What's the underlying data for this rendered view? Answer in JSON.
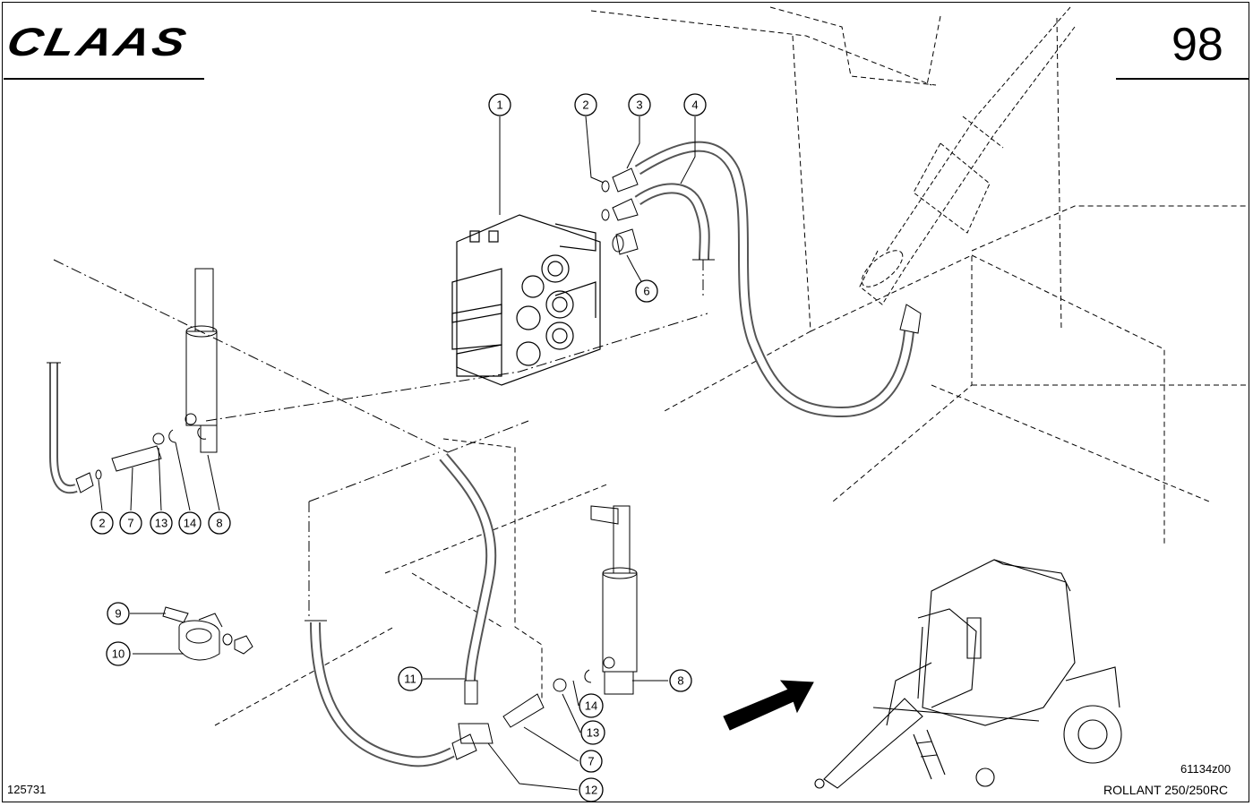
{
  "header": {
    "brand": "CLAAS",
    "page_number": "98"
  },
  "footer": {
    "catalog_id": "125731",
    "drawing_id": "61134z00",
    "model": "ROLLANT 250/250RC"
  },
  "callouts": {
    "c1": "1",
    "c2a": "2",
    "c3": "3",
    "c4": "4",
    "c6": "6",
    "c2b": "2",
    "c7a": "7",
    "c13a": "13",
    "c14a": "14",
    "c8a": "8",
    "c9": "9",
    "c10": "10",
    "c11": "11",
    "c8b": "8",
    "c14b": "14",
    "c13b": "13",
    "c7b": "7",
    "c12": "12"
  },
  "icons": [
    "direction-arrow-icon"
  ]
}
